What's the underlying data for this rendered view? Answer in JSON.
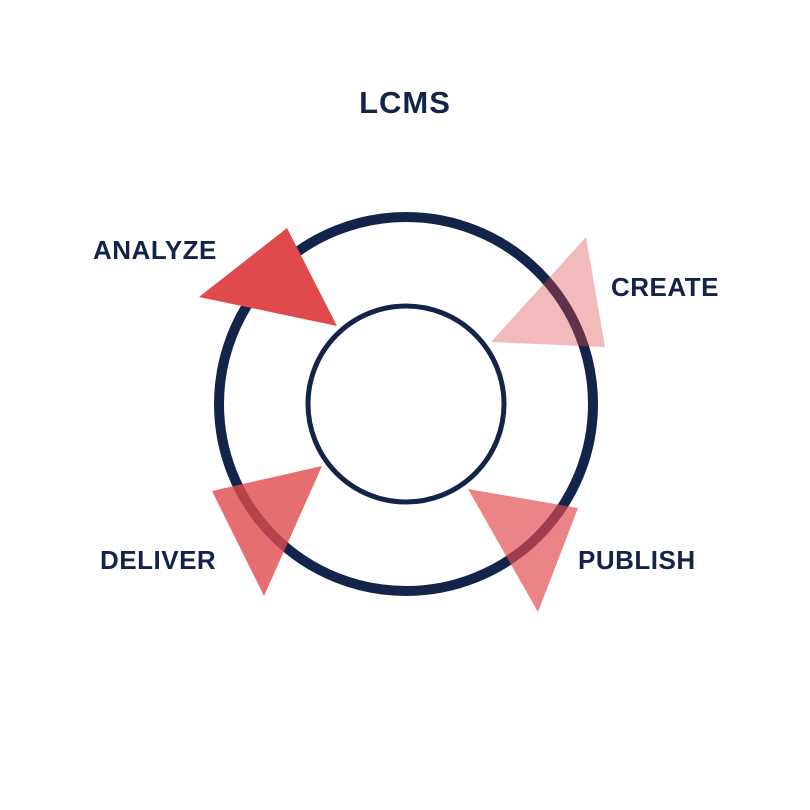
{
  "diagram": {
    "title": "LCMS",
    "stages": {
      "analyze": {
        "label": "ANALYZE",
        "fill": "#e04a4c",
        "opacity": 1.0
      },
      "create": {
        "label": "CREATE",
        "fill": "#e04a4c",
        "opacity": 0.38
      },
      "publish": {
        "label": "PUBLISH",
        "fill": "#e04a4c",
        "opacity": 0.68
      },
      "deliver": {
        "label": "DELIVER",
        "fill": "#e04a4c",
        "opacity": 0.8
      }
    }
  },
  "colors": {
    "ring": "#13244a",
    "text": "#13244a",
    "background": "#ffffff",
    "arrow": "#e04a4c"
  }
}
